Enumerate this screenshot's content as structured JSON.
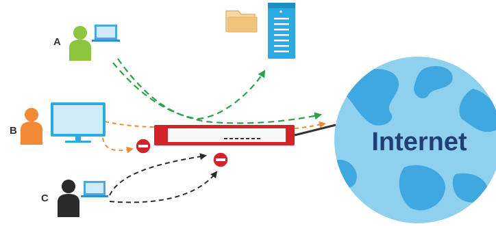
{
  "users": [
    {
      "label": "A",
      "color": "#8cc63f",
      "device": "laptop"
    },
    {
      "label": "B",
      "color": "#f08a35",
      "device": "monitor"
    },
    {
      "label": "C",
      "color": "#2b2b2b",
      "device": "laptop"
    }
  ],
  "internet": {
    "label": "Internet",
    "ocean_color": "#8fd0ee",
    "land_color": "#3fa8e0"
  },
  "colors": {
    "allowed_flow": "#2aa24a",
    "blocked_flow_b": "#f08a35",
    "blocked_flow_c": "#2b2b2b",
    "firewall": "#d2232a",
    "server": "#29abe2",
    "folder": "#f0c57b",
    "block_icon": "#d2232a"
  },
  "icons": [
    "user-icon",
    "laptop-icon",
    "monitor-icon",
    "folder-icon",
    "server-icon",
    "firewall-icon",
    "block-icon",
    "globe-icon"
  ]
}
